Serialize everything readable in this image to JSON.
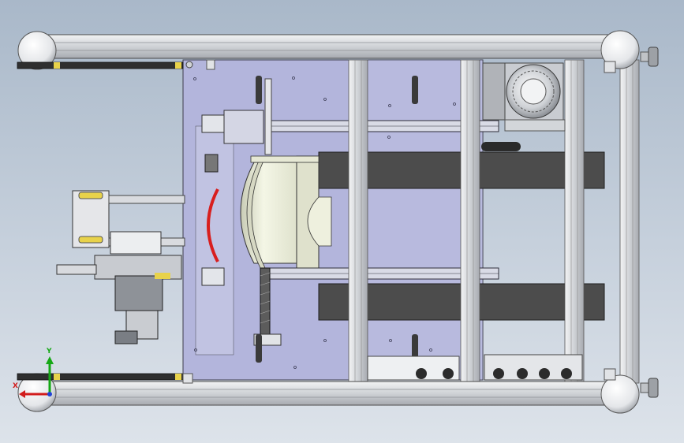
{
  "viewport": {
    "name": "cad-3d-viewport"
  },
  "triad": {
    "x_label": "X",
    "y_label": "Y",
    "x_color": "#d21c1c",
    "y_color": "#15a815",
    "z_color": "#2143d6"
  },
  "colors": {
    "background_top": "#a9b8c9",
    "frame": "#d7dade",
    "base_plate": "#b3b5dc",
    "roller_drum": "#e9ecd6",
    "conveyor_belt": "#4c4c4c",
    "red_seal": "#d81e1e",
    "yellow_accent": "#e8d24a"
  },
  "components": [
    "frame-profile-top",
    "frame-profile-bottom",
    "frame-profile-right",
    "base-plate",
    "conveyor-belt-upper",
    "conveyor-belt-lower",
    "roller-drum",
    "red-seal-ring",
    "gear-motor",
    "side-cylinder-assembly",
    "lead-screw",
    "valve-block"
  ]
}
